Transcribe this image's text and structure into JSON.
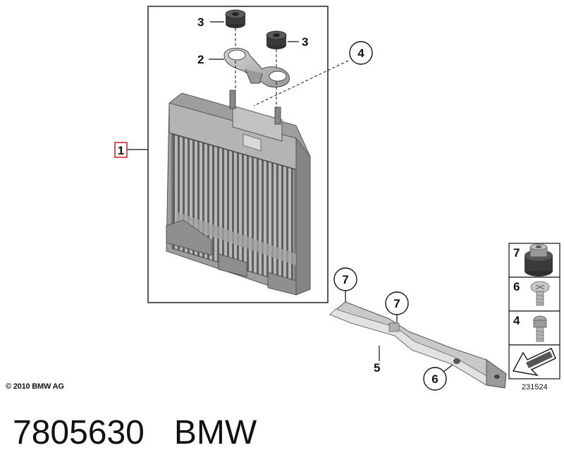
{
  "callouts": {
    "c1": "1",
    "c2": "2",
    "c3a": "3",
    "c3b": "3",
    "c4": "4",
    "c5": "5",
    "c6": "6",
    "c7a": "7",
    "c7b": "7"
  },
  "legend": {
    "r7": "7",
    "r6": "6",
    "r4": "4"
  },
  "drawing_number": "231524",
  "copyright": "© 2010 BMW AG",
  "part_number": "7805630",
  "brand": "BMW",
  "colors": {
    "highlight_box": "#d9272e",
    "line": "#111111",
    "part_fill": "#a9a9a9",
    "part_dark": "#7a7a7a",
    "part_light": "#cfcfcf"
  }
}
